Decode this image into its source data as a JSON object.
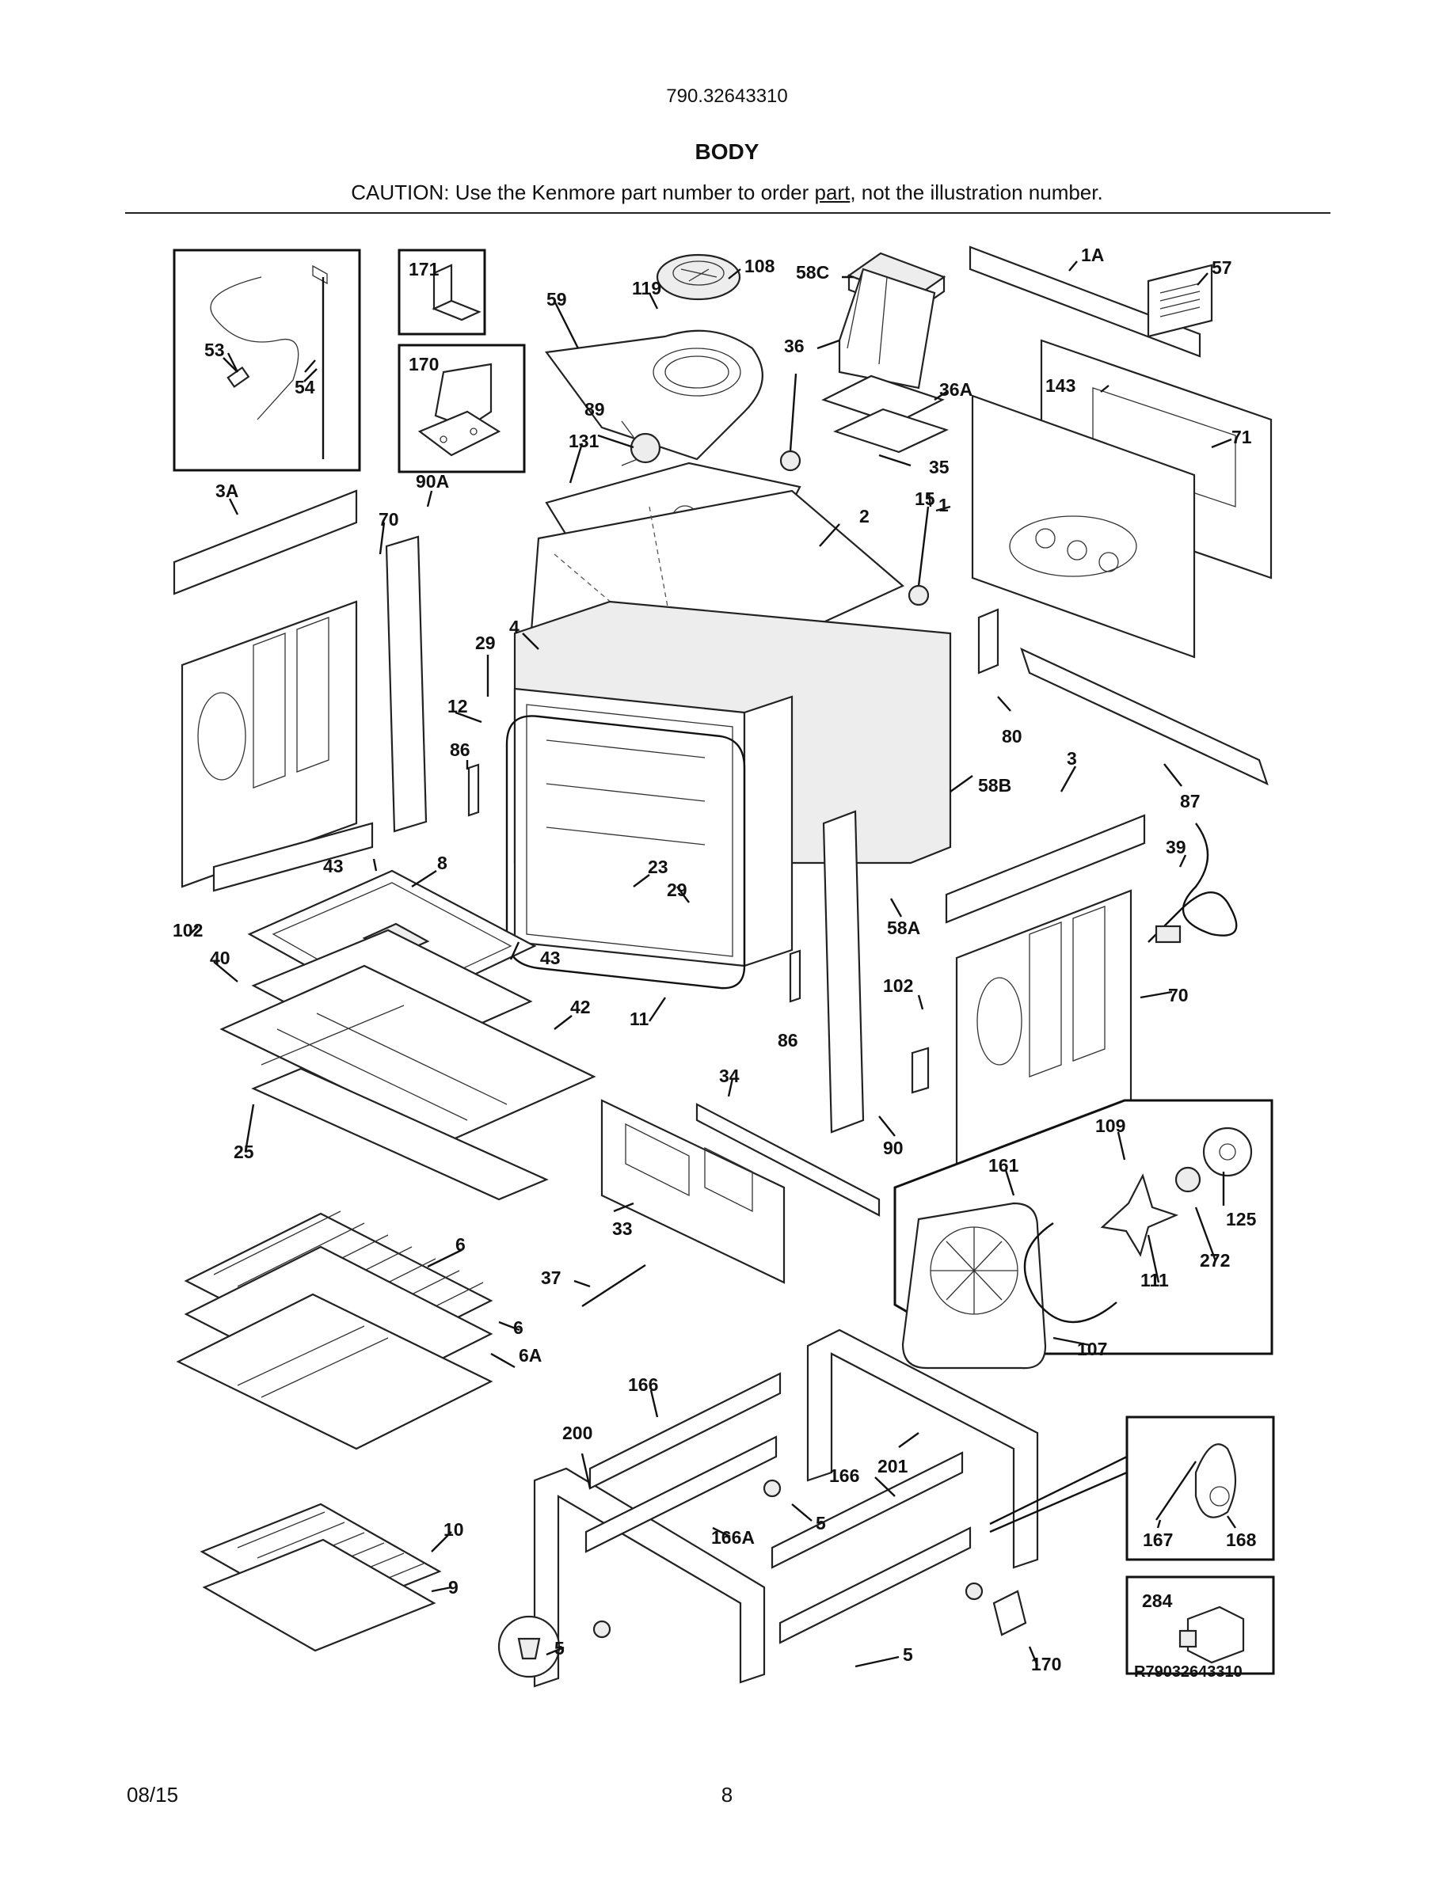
{
  "header": {
    "model_number": "790.32643310",
    "section_title": "BODY",
    "caution_prefix": "CAUTION: Use the Kenmore part number to order ",
    "caution_link": "part",
    "caution_suffix": ", not the illustration number."
  },
  "footer": {
    "date": "08/15",
    "page_number": "8"
  },
  "diagram": {
    "drawing_code": "R79032643310",
    "callouts": [
      "53",
      "54",
      "171",
      "170",
      "59",
      "119",
      "108",
      "58C",
      "1A",
      "57",
      "89",
      "36",
      "36A",
      "143",
      "71",
      "131",
      "35",
      "15",
      "2",
      "1",
      "3A",
      "90A",
      "70",
      "4",
      "29",
      "12",
      "86",
      "43",
      "8",
      "23",
      "102",
      "40",
      "11",
      "42",
      "25",
      "80",
      "58B",
      "3",
      "87",
      "39",
      "58A",
      "34",
      "90",
      "33",
      "109",
      "161",
      "125",
      "272",
      "111",
      "107",
      "6",
      "6A",
      "37",
      "166",
      "200",
      "201",
      "166A",
      "5",
      "10",
      "9",
      "167",
      "168",
      "284"
    ]
  }
}
